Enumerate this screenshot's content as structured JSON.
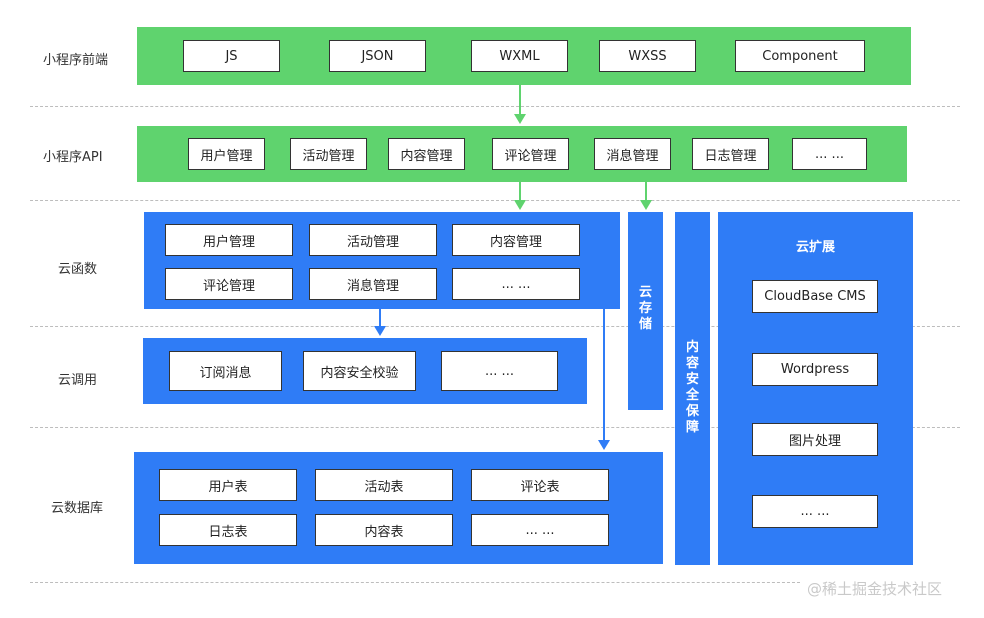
{
  "rows": {
    "frontend": "小程序前端",
    "api": "小程序API",
    "functions": "云函数",
    "invoke": "云调用",
    "database": "云数据库"
  },
  "frontend_items": [
    "JS",
    "JSON",
    "WXML",
    "WXSS",
    "Component"
  ],
  "api_items": [
    "用户管理",
    "活动管理",
    "内容管理",
    "评论管理",
    "消息管理",
    "日志管理",
    "... ..."
  ],
  "function_items": [
    "用户管理",
    "活动管理",
    "内容管理",
    "评论管理",
    "消息管理",
    "... ..."
  ],
  "invoke_items": [
    "订阅消息",
    "内容安全校验",
    "... ..."
  ],
  "database_items": [
    "用户表",
    "活动表",
    "评论表",
    "日志表",
    "内容表",
    "... ..."
  ],
  "storage": "云存储",
  "security": "内容安全保障",
  "extension": {
    "title": "云扩展",
    "items": [
      "CloudBase CMS",
      "Wordpress",
      "图片处理",
      "... ..."
    ]
  },
  "watermark": "@稀土掘金技术社区",
  "colors": {
    "green": "#5fd36e",
    "blue": "#2f7cf6"
  }
}
